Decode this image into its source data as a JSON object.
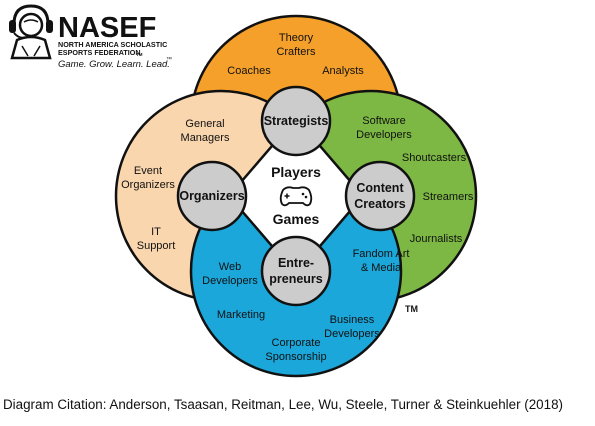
{
  "logo": {
    "title": "NASEF",
    "subtitle_line1": "NORTH AMERICA SCHOLASTIC",
    "subtitle_line2": "ESPORTS FEDERATION",
    "subtitle_mark": "TM",
    "tagline": "Game. Grow. Learn. Lead.",
    "tagline_mark": "™"
  },
  "center": {
    "top_label": "Players",
    "bottom_label": "Games",
    "icon": "gamepad-icon"
  },
  "hubs": {
    "strategists": "Strategists",
    "organizers": "Organizers",
    "content_creators_line1": "Content",
    "content_creators_line2": "Creators",
    "entrepreneurs_line1": "Entre-",
    "entrepreneurs_line2": "preneurs"
  },
  "strategists_roles": {
    "theory_crafters_line1": "Theory",
    "theory_crafters_line2": "Crafters",
    "coaches": "Coaches",
    "analysts": "Analysts"
  },
  "organizers_roles": {
    "general_managers_line1": "General",
    "general_managers_line2": "Managers",
    "event_organizers_line1": "Event",
    "event_organizers_line2": "Organizers",
    "it_support_line1": "IT",
    "it_support_line2": "Support"
  },
  "content_creators_roles": {
    "software_developers_line1": "Software",
    "software_developers_line2": "Developers",
    "shoutcasters": "Shoutcasters",
    "streamers": "Streamers",
    "journalists": "Journalists",
    "fandom_art_line1": "Fandom Art",
    "fandom_art_line2": "& Media"
  },
  "entrepreneurs_roles": {
    "web_developers_line1": "Web",
    "web_developers_line2": "Developers",
    "marketing": "Marketing",
    "business_developers_line1": "Business",
    "business_developers_line2": "Developers",
    "corporate_sponsorship_line1": "Corporate",
    "corporate_sponsorship_line2": "Sponsorship"
  },
  "trademark": "TM",
  "citation": "Diagram Citation: Anderson, Tsaasan, Reitman, Lee, Wu, Steele, Turner & Steinkuehler (2018)",
  "colors": {
    "strategists": "#F5A02A",
    "organizers": "#FAD6AE",
    "content_creators": "#7CB843",
    "entrepreneurs": "#1BA7DA",
    "hub_fill": "#CCCCCC",
    "outline": "#111111",
    "center_fill": "#FFFFFF"
  }
}
